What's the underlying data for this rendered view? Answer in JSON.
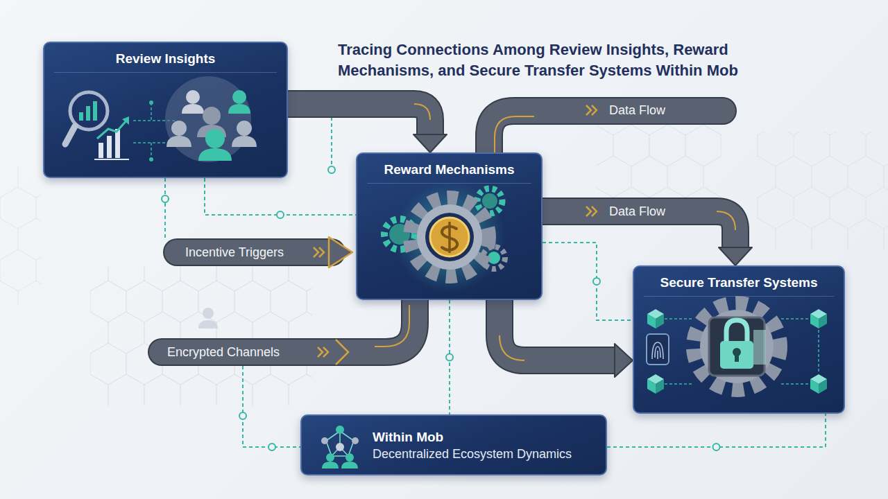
{
  "diagram": {
    "title": "Tracing Connections Among Review Insights, Reward Mechanisms, and Secure Transfer Systems Within Mob",
    "nodes": [
      {
        "text": [
          "Review Insights"
        ]
      },
      {
        "text": [
          "Reward Mechanisms"
        ]
      },
      {
        "text": [
          "Secure Transfer Systems"
        ]
      },
      {
        "text": [
          "Within Mob",
          "Decentralized Ecosystem Dynamics"
        ]
      }
    ],
    "edges": [
      {
        "from": 0,
        "to": 1,
        "arrow": "to"
      },
      {
        "from": 1,
        "to": 2,
        "label": "Data Flow",
        "arrow": "to"
      },
      {
        "from": 1,
        "to": 2,
        "arrow": "to"
      },
      {
        "from": 0,
        "to": 1,
        "arrow": "none"
      },
      {
        "from": 1,
        "to": 3,
        "arrow": "none"
      },
      {
        "from": 1,
        "to": 2,
        "arrow": "none"
      },
      {
        "from": 3,
        "to": 2,
        "arrow": "none"
      }
    ],
    "labels": [
      "Data Flow",
      "Incentive Triggers",
      "Encrypted Channels"
    ]
  }
}
